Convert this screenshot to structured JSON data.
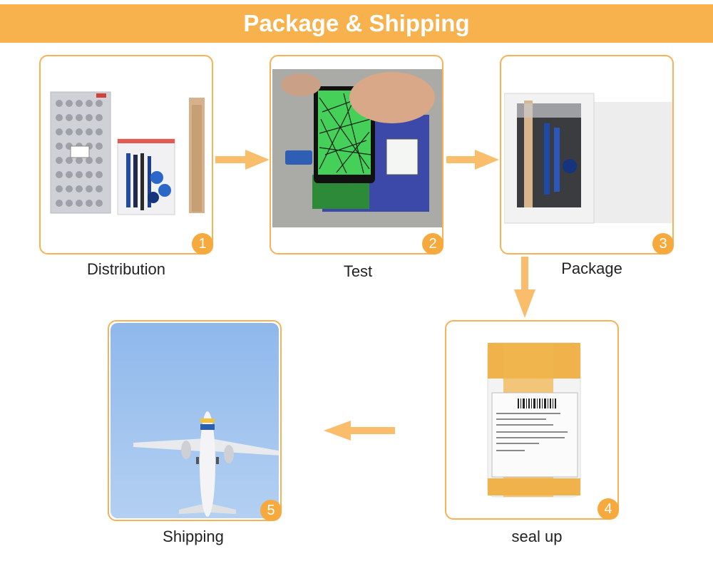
{
  "header": {
    "title": "Package & Shipping"
  },
  "steps": [
    {
      "number": "1",
      "label": "Distribution"
    },
    {
      "number": "2",
      "label": "Test"
    },
    {
      "number": "3",
      "label": "Package"
    },
    {
      "number": "4",
      "label": "seal up"
    },
    {
      "number": "5",
      "label": "Shipping"
    }
  ],
  "colors": {
    "accent": "#f7b14d",
    "arrow": "#f9bd6c",
    "sky": "#a6c7ef"
  },
  "icons": [
    "arrow-right-icon",
    "arrow-down-icon",
    "arrow-left-icon"
  ]
}
